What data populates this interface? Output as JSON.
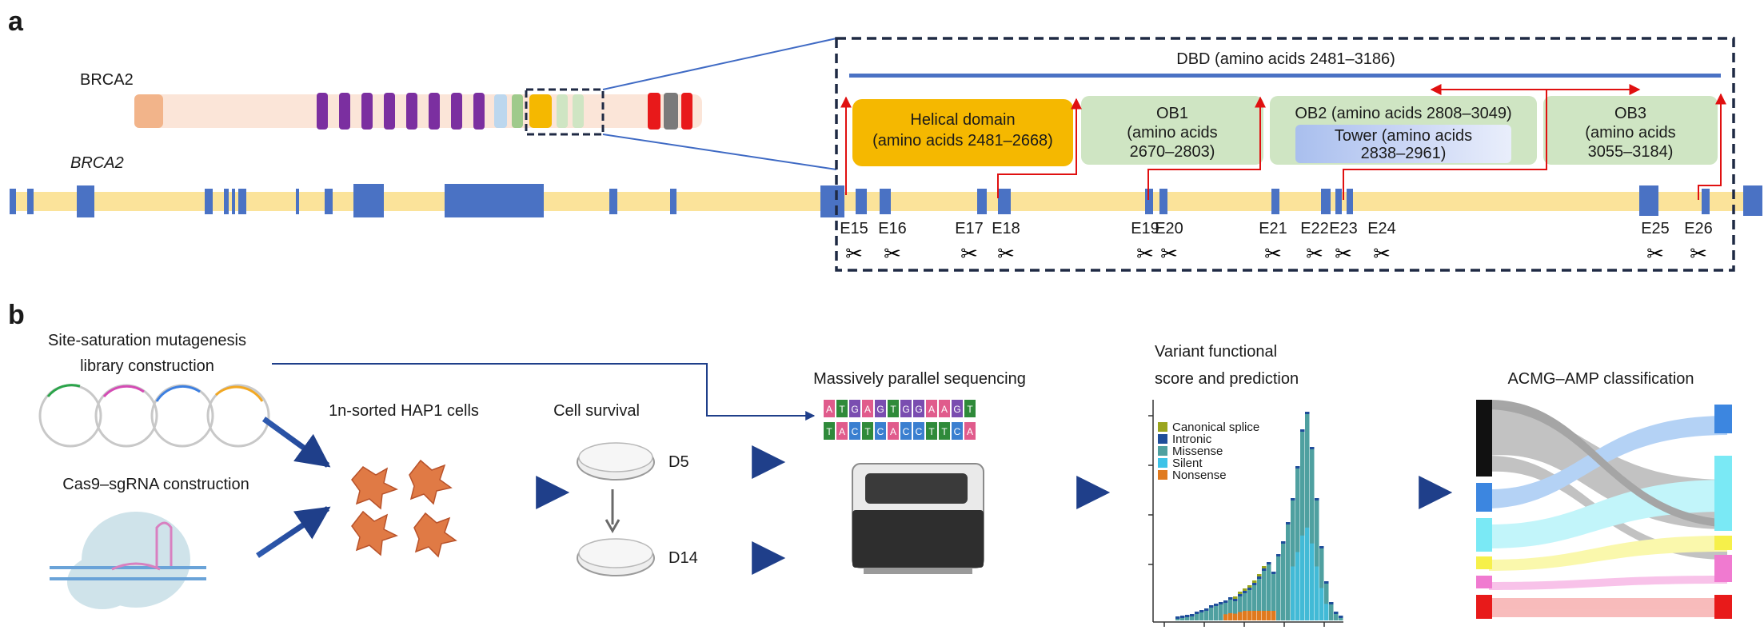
{
  "panels": {
    "a": "a",
    "b": "b"
  },
  "protein": {
    "label": "BRCA2",
    "domain_colors": {
      "n_term": "#f2b48a",
      "brc": "#7b2fa0",
      "light_blue": "#bcd7ee",
      "green": "#9fca8b",
      "helical": "#f5b800",
      "ob_light": "#cfe5c3",
      "red": "#e8191a",
      "grey": "#7a7a7a",
      "bg": "#fbe5d8"
    }
  },
  "gene": {
    "label": "BRCA2",
    "bar_color": "#fbe39a",
    "exon_color": "#4a72c4"
  },
  "dbd": {
    "title": "DBD (amino acids 2481–3186)",
    "domains": {
      "helical": {
        "line1": "Helical domain",
        "line2": "(amino acids 2481–2668)"
      },
      "ob1": {
        "line1": "OB1",
        "line2": "(amino acids",
        "line3": "2670–2803)"
      },
      "ob2": {
        "line1": "OB2 (amino acids 2808–3049)"
      },
      "tower": {
        "line1": "Tower (amino acids",
        "line2": "2838–2961)"
      },
      "ob3": {
        "line1": "OB3",
        "line2": "(amino acids",
        "line3": "3055–3184)"
      }
    },
    "exons": [
      "E15",
      "E16",
      "E17",
      "E18",
      "E19",
      "E20",
      "E21",
      "E22",
      "E23",
      "E24",
      "E25",
      "E26"
    ]
  },
  "workflow": {
    "library": {
      "line1": "Site-saturation mutagenesis",
      "line2": "library construction"
    },
    "cas9": "Cas9–sgRNA construction",
    "cells": "1n-sorted HAP1 cells",
    "survival": "Cell survival",
    "d5": "D5",
    "d14": "D14",
    "sequencing": "Massively parallel sequencing",
    "functional": {
      "line1": "Variant functional",
      "line2": "score and prediction"
    },
    "acmg": "ACMG–AMP classification",
    "dna_top": [
      "A",
      "T",
      "G",
      "A",
      "G",
      "T",
      "G",
      "G",
      "A",
      "A",
      "G",
      "T"
    ],
    "dna_bottom": [
      "T",
      "A",
      "C",
      "T",
      "C",
      "A",
      "C",
      "C",
      "T",
      "T",
      "C",
      "A"
    ]
  },
  "legend": {
    "items": [
      {
        "label": "Canonical splice",
        "color": "#9aa51e"
      },
      {
        "label": "Intronic",
        "color": "#1f4e9a"
      },
      {
        "label": "Missense",
        "color": "#4fa0a0"
      },
      {
        "label": "Silent",
        "color": "#3dc3e8"
      },
      {
        "label": "Nonsense",
        "color": "#e07a1e"
      }
    ]
  },
  "sankey_colors": {
    "black": "#111111",
    "blue": "#3c86e0",
    "cyan": "#7ae9f5",
    "yellow": "#f6f04a",
    "pink": "#f07ad0",
    "red": "#e81a1a"
  }
}
